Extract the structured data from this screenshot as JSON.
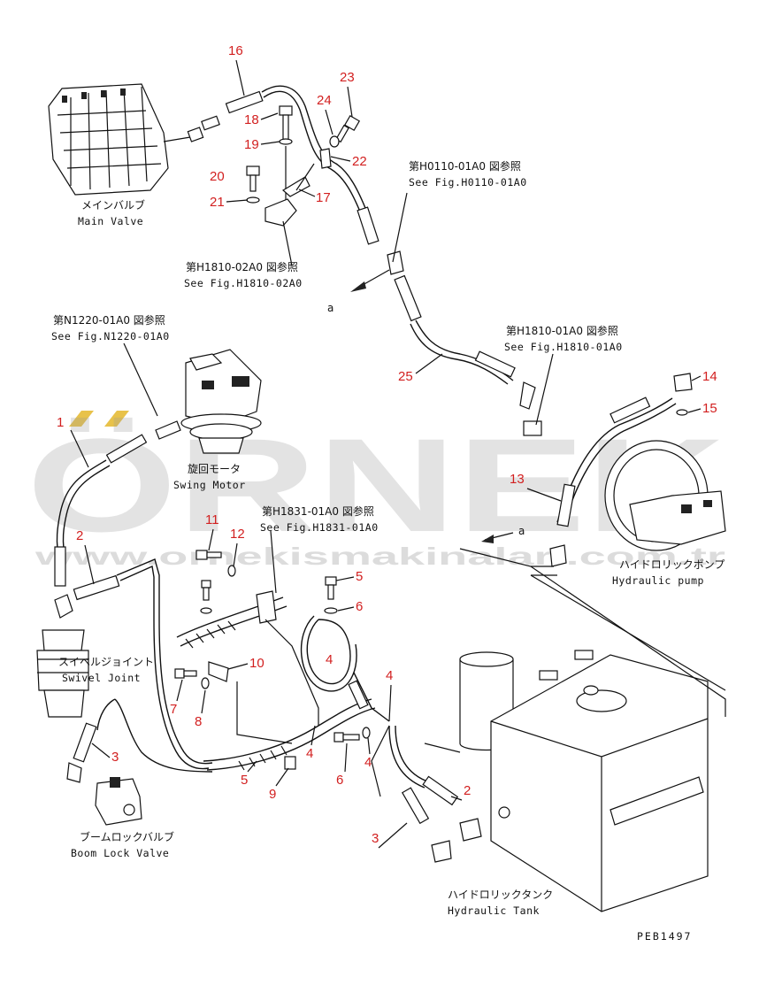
{
  "watermark": {
    "brand": "ÖRNEK",
    "url": "www.ornekismakinalari.com.tr",
    "accent": "#e8c24a"
  },
  "drawing_code": "PEB1497",
  "letter_marks": [
    "a",
    "a"
  ],
  "colors": {
    "callout": "#d21f1f",
    "line": "#111111"
  },
  "callouts": [
    "16",
    "23",
    "24",
    "18",
    "19",
    "22",
    "20",
    "21",
    "17",
    "25",
    "14",
    "15",
    "13",
    "1",
    "2",
    "11",
    "12",
    "5",
    "6",
    "4",
    "10",
    "7",
    "8",
    "4",
    "3",
    "4",
    "9",
    "5",
    "6",
    "4",
    "2",
    "3"
  ],
  "labels": {
    "main_valve_jp": "メインバルブ",
    "main_valve_en": "Main Valve",
    "swing_motor_jp": "旋回モータ",
    "swing_motor_en": "Swing Motor",
    "swivel_joint_jp": "スイベルジョイント",
    "swivel_joint_en": "Swivel Joint",
    "boom_lock_jp": "ブームロックバルブ",
    "boom_lock_en": "Boom Lock Valve",
    "hyd_pump_jp": "ハイドロリックポンプ",
    "hyd_pump_en": "Hydraulic pump",
    "hyd_tank_jp": "ハイドロリックタンク",
    "hyd_tank_en": "Hydraulic Tank"
  },
  "refs": {
    "h0110_jp": "第H0110-01A0 図参照",
    "h0110_en": "See Fig.H0110-01A0",
    "h1810_02_jp": "第H1810-02A0 図参照",
    "h1810_02_en": "See Fig.H1810-02A0",
    "n1220_jp": "第N1220-01A0 図参照",
    "n1220_en": "See Fig.N1220-01A0",
    "h1810_01_jp": "第H1810-01A0 図参照",
    "h1810_01_en": "See Fig.H1810-01A0",
    "h1831_jp": "第H1831-01A0 図参照",
    "h1831_en": "See Fig.H1831-01A0"
  }
}
